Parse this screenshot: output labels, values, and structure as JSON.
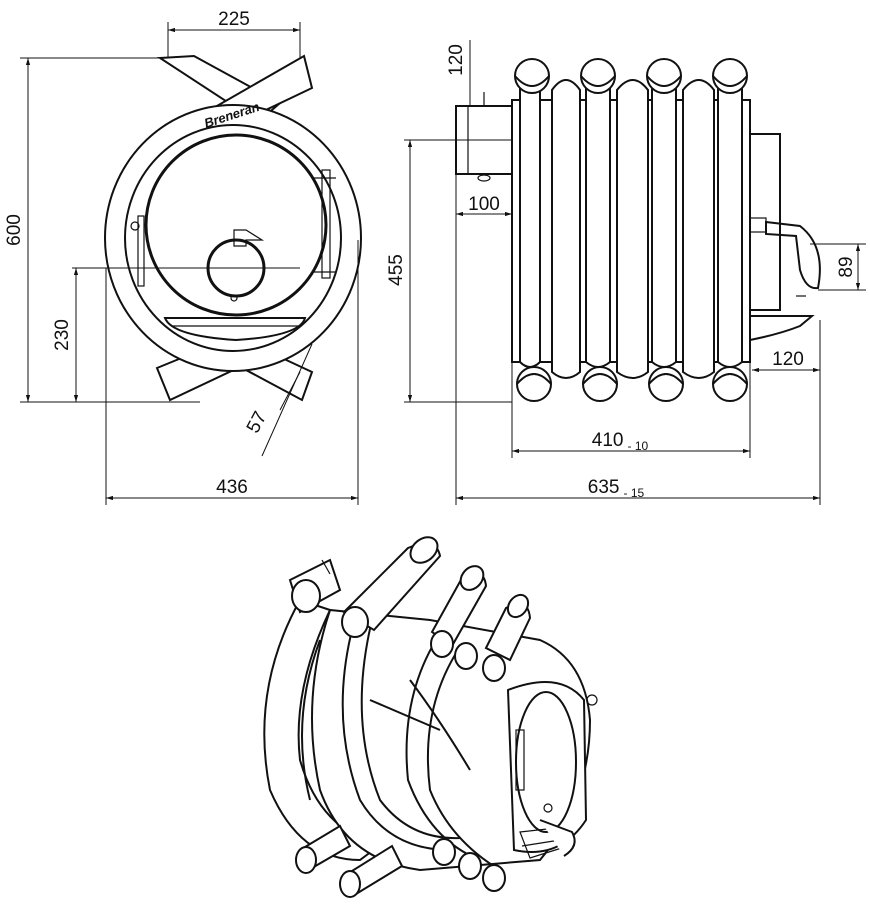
{
  "front_view": {
    "dim_top_width": "225",
    "dim_height": "600",
    "dim_axis_height": "230",
    "dim_leg_diameter": "57",
    "dim_total_width": "436",
    "logo_text": "Breneran"
  },
  "side_view": {
    "dim_pipe_height": "120",
    "dim_door_height": "455",
    "dim_pipe_length": "100",
    "dim_handle": "89",
    "dim_tail": "120",
    "dim_body_length": "410",
    "dim_body_tolerance": "- 10",
    "dim_total_length": "635",
    "dim_total_tolerance": "- 15"
  },
  "iso_view": {}
}
